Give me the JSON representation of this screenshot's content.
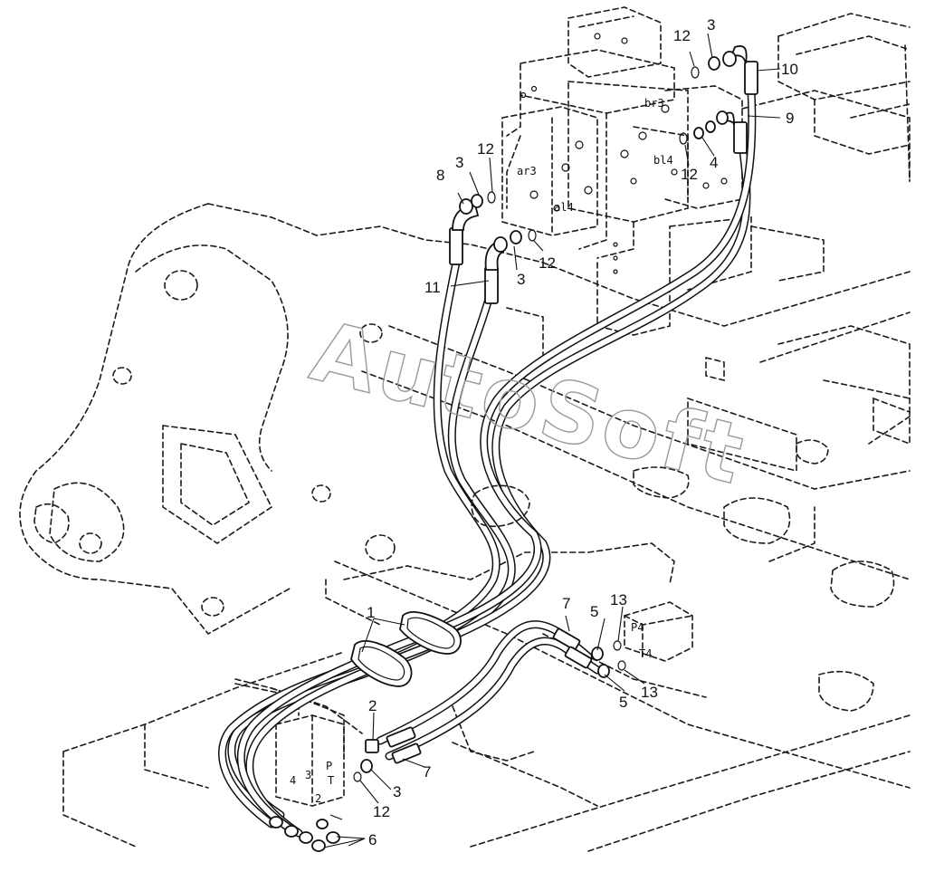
{
  "watermark": "AutoSoft",
  "callouts": {
    "n1": "1",
    "n2": "2",
    "n3a": "3",
    "n3b": "3",
    "n3c": "3",
    "n3d": "3",
    "n4": "4",
    "n5a": "5",
    "n5b": "5",
    "n6": "6",
    "n7a": "7",
    "n7b": "7",
    "n8": "8",
    "n9": "9",
    "n10": "10",
    "n11": "11",
    "n12a": "12",
    "n12b": "12",
    "n12c": "12",
    "n12d": "12",
    "n12e": "12",
    "n13a": "13",
    "n13b": "13"
  },
  "ports": {
    "br3": "br3",
    "ar3": "ar3",
    "bl4": "bl4",
    "al4": "al4",
    "p4": "P4",
    "t4": "T4",
    "p": "P",
    "t": "T",
    "four": "4",
    "two": "2",
    "three": "3"
  }
}
